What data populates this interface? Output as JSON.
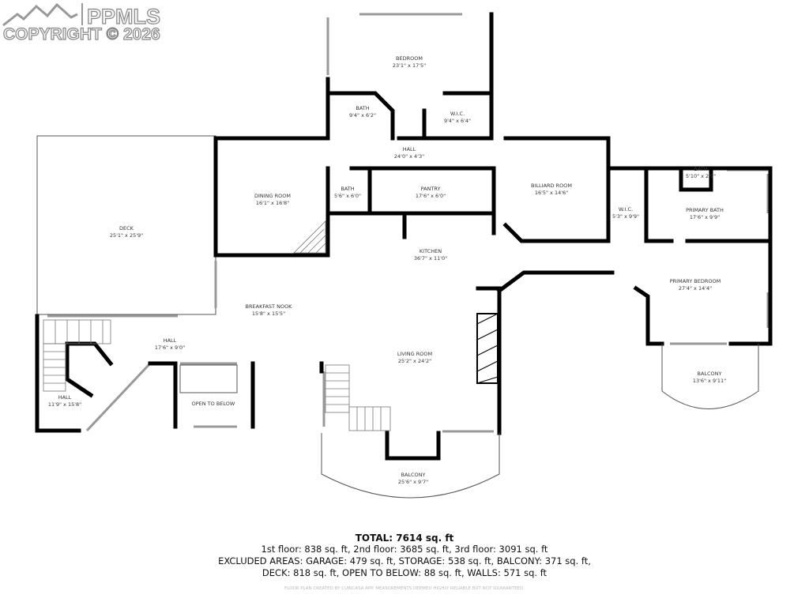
{
  "watermark": {
    "brand": "PPMLS",
    "copyright": "COPYRIGHT © 2026"
  },
  "rooms": [
    {
      "name": "BEDROOM",
      "dims": "23'1\" x 17'5\""
    },
    {
      "name": "BATH",
      "dims": "9'4\" x 6'2\""
    },
    {
      "name": "W.I.C.",
      "dims": "9'4\" x 6'4\""
    },
    {
      "name": "HALL",
      "dims": "24'0\" x 4'3\""
    },
    {
      "name": "DECK",
      "dims": "25'1\" x 25'9\""
    },
    {
      "name": "DINING ROOM",
      "dims": "16'1\" x 16'8\""
    },
    {
      "name": "BATH",
      "dims": "5'6\" x 6'0\""
    },
    {
      "name": "PANTRY",
      "dims": "17'6\" x 6'0\""
    },
    {
      "name": "BILLIARD ROOM",
      "dims": "16'5\" x 14'6\""
    },
    {
      "name": "BATH",
      "dims": "5'10\" x 2'9\""
    },
    {
      "name": "W.I.C.",
      "dims": "5'3\" x 9'9\""
    },
    {
      "name": "PRIMARY BATH",
      "dims": "17'6\" x 9'9\""
    },
    {
      "name": "KITCHEN",
      "dims": "36'7\" x 11'0\""
    },
    {
      "name": "PRIMARY BEDROOM",
      "dims": "27'4\" x 14'4\""
    },
    {
      "name": "BREAKFAST NOOK",
      "dims": "15'8\" x 15'5\""
    },
    {
      "name": "HALL",
      "dims": "17'6\" x 9'0\""
    },
    {
      "name": "LIVING ROOM",
      "dims": "25'2\" x 24'2\""
    },
    {
      "name": "BALCONY",
      "dims": "13'6\" x 9'11\""
    },
    {
      "name": "HALL",
      "dims": "11'9\" x 15'8\""
    },
    {
      "name": "OPEN TO BELOW",
      "dims": ""
    },
    {
      "name": "BALCONY",
      "dims": "25'6\" x 9'7\""
    }
  ],
  "summary": {
    "total": "TOTAL: 7614 sq. ft",
    "floors": "1st floor: 838 sq. ft, 2nd floor: 3685 sq. ft, 3rd floor: 3091 sq. ft",
    "excluded_1": "EXCLUDED AREAS: GARAGE: 479 sq. ft, STORAGE: 538 sq. ft, BALCONY: 371 sq. ft,",
    "excluded_2": "DECK: 818 sq. ft, OPEN TO BELOW: 88 sq. ft, WALLS: 571 sq. ft",
    "disclaimer": "FLOOR PLAN CREATED BY CUBICASA APP. MEASUREMENTS DEEMED HIGHLY RELIABLE BUT NOT GUARANTEED."
  }
}
